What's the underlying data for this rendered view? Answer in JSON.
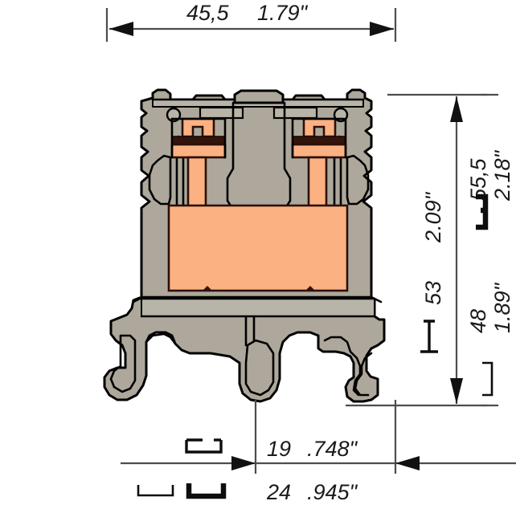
{
  "drawing": {
    "title": "Terminal block cross-section dimensional drawing",
    "colors": {
      "housing_gray": "#ada89b",
      "housing_gray_light": "#b8b4a8",
      "copper_orange": "#fcb183",
      "metal_dark": "#33140a",
      "outline_black": "#000000",
      "dimension_gray": "#4d4d4d",
      "background": "#ffffff"
    }
  },
  "dimensions": {
    "width_top": {
      "metric": "45,5",
      "imperial": "1.79\"",
      "orientation": "horizontal",
      "position": "top"
    },
    "height_overall": {
      "metric": "53",
      "imperial": "2.09\"",
      "orientation": "vertical",
      "position": "right-inner",
      "rail_symbol": "c-rail-profile"
    },
    "height_hat_rail": {
      "metric": "55,5",
      "imperial": "2.18\"",
      "orientation": "vertical",
      "position": "right-outer-upper",
      "rail_symbol": "g-rail-profile"
    },
    "height_low_rail": {
      "metric": "48",
      "imperial": "1.89\"",
      "orientation": "vertical",
      "position": "right-outer-lower",
      "rail_symbol": "flat-rail-profile"
    },
    "depth_upper": {
      "metric": "19",
      "imperial": ".748\"",
      "orientation": "horizontal",
      "position": "bottom-upper",
      "rail_symbol": "c-rail-profile"
    },
    "depth_lower": {
      "metric": "24",
      "imperial": ".945\"",
      "orientation": "horizontal",
      "position": "bottom-lower",
      "rail_symbol": "hat-rail-and-g-rail-profiles"
    }
  },
  "component": {
    "type": "din-rail-terminal-block",
    "features": [
      "screw-terminal-left",
      "screw-terminal-right",
      "copper-current-bar",
      "insulating-housing",
      "din-rail-foot",
      "release-latch"
    ]
  }
}
